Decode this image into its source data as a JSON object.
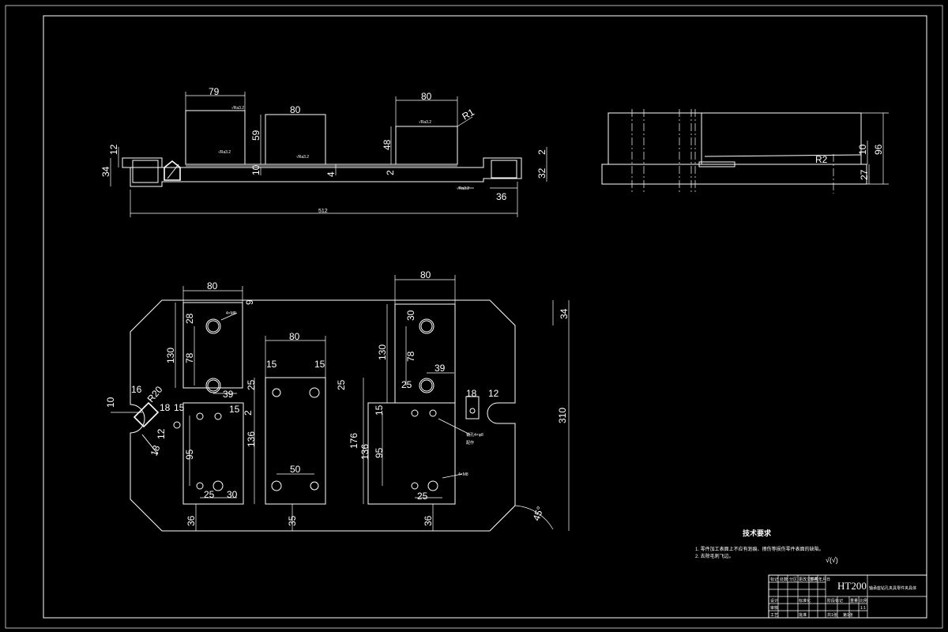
{
  "front_view_dims": {
    "d79": "79",
    "d80a": "80",
    "d80b": "80",
    "d59": "59",
    "d48": "48",
    "d12": "12",
    "d34": "34",
    "d10": "10",
    "d4": "4",
    "d2a": "2",
    "d2b": "2",
    "d32": "32",
    "d36": "36",
    "d512": "512",
    "r1": "R1",
    "rough": [
      "√Ra3.2",
      "√Ra3.2",
      "√Ra3.2",
      "√Ra3.2",
      "√Ra3.2"
    ]
  },
  "side_view_dims": {
    "d96": "96",
    "d10": "10",
    "d27": "27",
    "r2": "R2"
  },
  "plan_view_dims": {
    "d80top_left": "80",
    "d80top_right": "80",
    "d80mid": "80",
    "d9": "9",
    "d34": "34",
    "d310": "310",
    "d130a": "130",
    "d28": "28",
    "d78a": "78",
    "d39a": "39",
    "d130b": "130",
    "d30a": "30",
    "d78b": "78",
    "d39b": "39",
    "d15a": "15",
    "d15b": "15",
    "d25a": "25",
    "d25b": "25",
    "d136a": "136",
    "d176": "176",
    "d50": "50",
    "d16": "16",
    "d10": "10",
    "r20": "R20",
    "d18a": "18",
    "d15c": "15",
    "d15d": "15",
    "d2": "2",
    "d12a": "12",
    "d95a": "95",
    "d25c": "25",
    "d30b": "30",
    "d36a": "36",
    "d35": "35",
    "d36b": "36",
    "d18b": "18",
    "d12b": "12",
    "d25d": "25",
    "d15e": "15",
    "d136b": "136",
    "d95b": "95",
    "d25e": "25",
    "d18c": "18",
    "d45": "45°",
    "hole_note_a": "4×M8",
    "hole_note_b": "销孔4×φ8",
    "hole_note_c": "配作",
    "hole_note_d": "4×M8"
  },
  "notes": {
    "title": "技术要求",
    "line1": "1. 零件加工表面上不应有划痕、擦伤等损伤零件表面的缺陷。",
    "line2": "2. 去除毛刺飞边。",
    "roughness": "√(√)"
  },
  "title_block": {
    "material": "HT200",
    "name": "轴承座钻孔夹具零件夹具体",
    "cells": [
      "标记",
      "处数",
      "分区",
      "更改文件号",
      "签名",
      "年月日",
      "设计",
      "标准化",
      "审核",
      "工艺",
      "批准",
      "阶段标记",
      "重量",
      "比例",
      "1:1",
      "共1张",
      "第1张"
    ]
  }
}
